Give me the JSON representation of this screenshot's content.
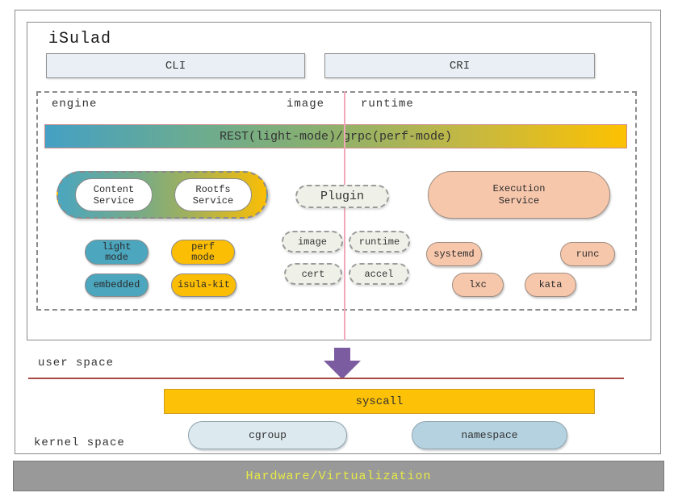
{
  "header": {
    "title": "iSulad",
    "cli": "CLI",
    "cri": "CRI"
  },
  "sections": {
    "engine": "engine",
    "image": "image",
    "runtime": "runtime"
  },
  "rest_bar": {
    "label": "REST(light-mode)/grpc(perf-mode)"
  },
  "engine": {
    "content": "Content Service",
    "rootfs": "Rootfs Service",
    "light": "light mode",
    "perf": "perf mode",
    "embedded": "embedded",
    "isula_kit": "isula-kit"
  },
  "plugins": {
    "plugin": "Plugin",
    "image": "image",
    "runtime": "runtime",
    "cert": "cert",
    "accel": "accel"
  },
  "runtime": {
    "execution": "Execution Service",
    "systemd": "systemd",
    "runc": "runc",
    "lxc": "lxc",
    "kata": "kata"
  },
  "spaces": {
    "user": "user space",
    "kernel": "kernel space"
  },
  "kernel": {
    "syscall": "syscall",
    "cgroup": "cgroup",
    "namespace": "namespace"
  },
  "hardware": {
    "label": "Hardware/Virtualization"
  },
  "colors": {
    "teal": "#4ba6be",
    "orange": "#fcbe04",
    "salmon": "#f7c7ac",
    "plugin_bg": "#eff1e8",
    "pink_divider": "#f0a8ba",
    "arrow_purple": "#7c5ca0",
    "syscall_bar": "#fdc107",
    "cgroup_pill": "#dce9ef",
    "namespace_pill": "#b5d2e0",
    "hardware_text": "#e7ea45",
    "hardware_bar": "#999999",
    "space_divider": "#a54848",
    "rest_gradient": [
      "#44a0c4",
      "#8ab06e",
      "#fdc101"
    ]
  }
}
